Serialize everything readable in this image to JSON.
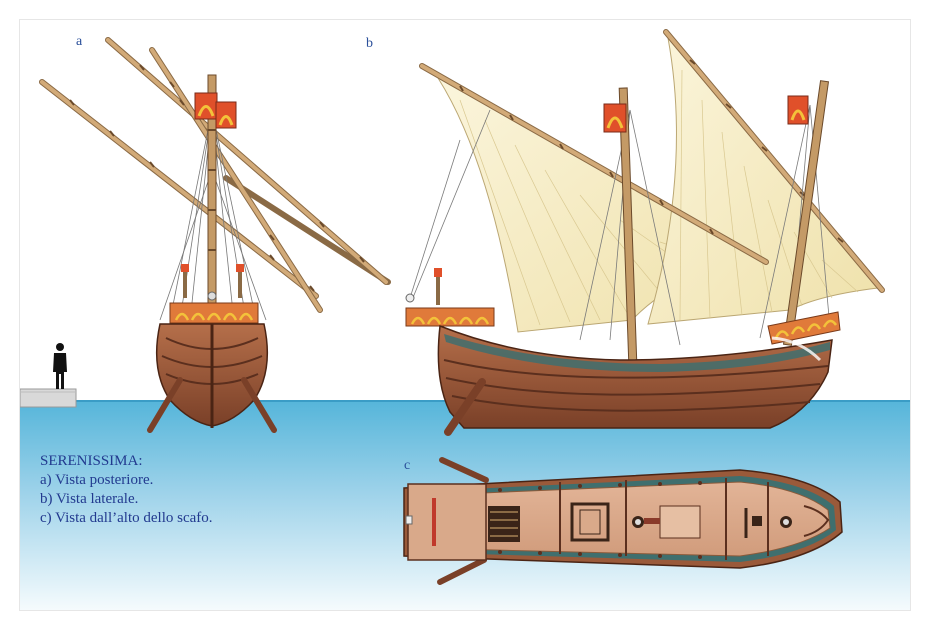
{
  "view_labels": {
    "a": "a",
    "b": "b",
    "c": "c"
  },
  "caption": {
    "title": "SERENISSIMA:",
    "lines": [
      "a) Vista posteriore.",
      "b) Vista laterale.",
      "c) Vista dall’alto dello scafo."
    ]
  },
  "colors": {
    "sea_top": "#55b5da",
    "sea_bottom": "#f5fbfd",
    "hull": "#9a5a3a",
    "hull_dark": "#5b2f1e",
    "hull_band": "#3f6f6e",
    "sail": "#f6edc8",
    "spar": "#c8a070",
    "flag": "#e0502a",
    "deck": "#d9a98a"
  }
}
